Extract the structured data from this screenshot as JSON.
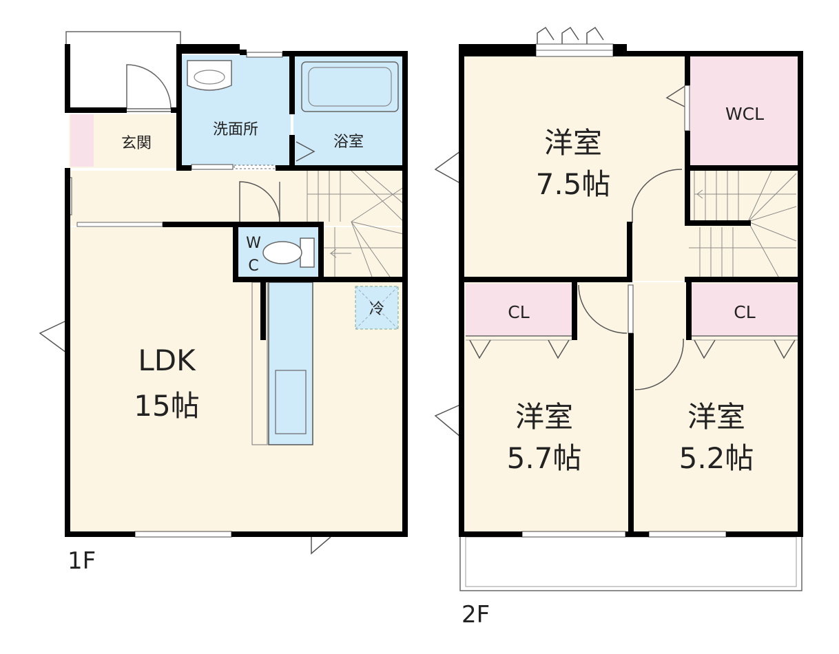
{
  "floor_1": {
    "label": "1F",
    "rooms": {
      "entrance": "玄関",
      "washroom": "洗面所",
      "bathroom": "浴室",
      "wc_top": "W",
      "wc_bottom": "C",
      "ldk_name": "LDK",
      "ldk_size": "15帖",
      "fridge": "冷"
    }
  },
  "floor_2": {
    "label": "2F",
    "rooms": {
      "western_a_name": "洋室",
      "western_a_size": "7.5帖",
      "wcl": "WCL",
      "cl_left": "CL",
      "cl_right": "CL",
      "western_b_name": "洋室",
      "western_b_size": "5.7帖",
      "western_c_name": "洋室",
      "western_c_size": "5.2帖"
    }
  },
  "colors": {
    "room_floor": "#fdf5e3",
    "wet_area": "#cfeaf8",
    "closet": "#f9e1ea",
    "wall": "#000000"
  }
}
